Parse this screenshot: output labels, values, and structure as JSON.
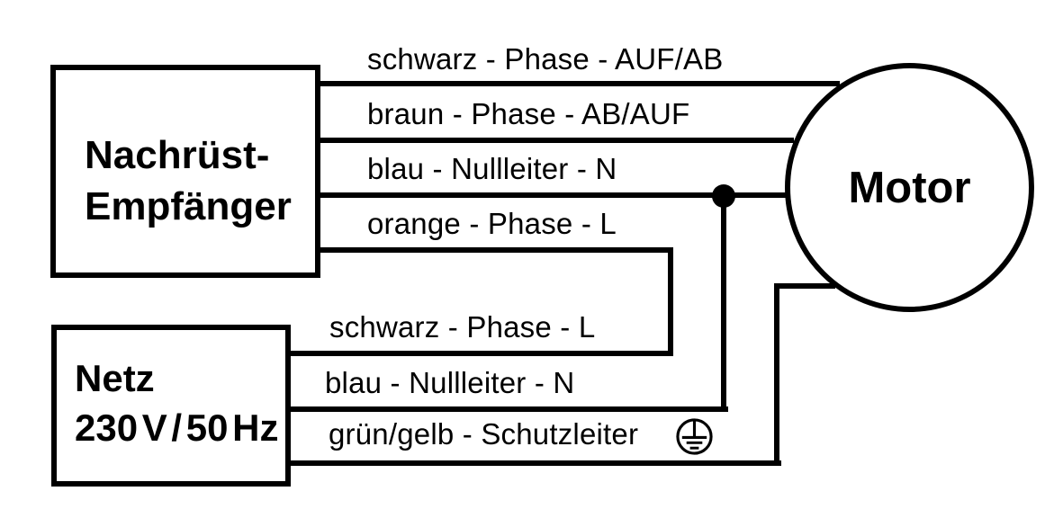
{
  "diagram": {
    "type": "wiring-diagram",
    "language": "de",
    "colors": {
      "background": "#ffffff",
      "line": "#000000",
      "text": "#000000"
    },
    "receiver_box": {
      "line1": "Nachrüst-",
      "line2": "Empfänger"
    },
    "mains_box": {
      "line1": "Netz",
      "line2": "230 V / 50 Hz"
    },
    "motor": {
      "label": "Motor"
    },
    "wires": [
      {
        "label": "schwarz - Phase - AUF/AB",
        "from": "Nachrüst-Empfänger",
        "to": "Motor"
      },
      {
        "label": "braun - Phase - AB/AUF",
        "from": "Nachrüst-Empfänger",
        "to": "Motor"
      },
      {
        "label": "blau - Nullleiter - N",
        "from": "Nachrüst-Empfänger",
        "to": "Motor"
      },
      {
        "label": "orange - Phase - L",
        "from": "Nachrüst-Empfänger",
        "to": "Netz"
      },
      {
        "label": "schwarz - Phase - L",
        "from": "Netz",
        "to": "Nachrüst-Empfänger"
      },
      {
        "label": "blau - Nullleiter - N",
        "from": "Netz",
        "to": "junction-dot"
      },
      {
        "label": "grün/gelb - Schutzleiter",
        "from": "Netz",
        "to": "Motor"
      }
    ],
    "symbols": {
      "earth": "protective-earth-icon"
    }
  }
}
